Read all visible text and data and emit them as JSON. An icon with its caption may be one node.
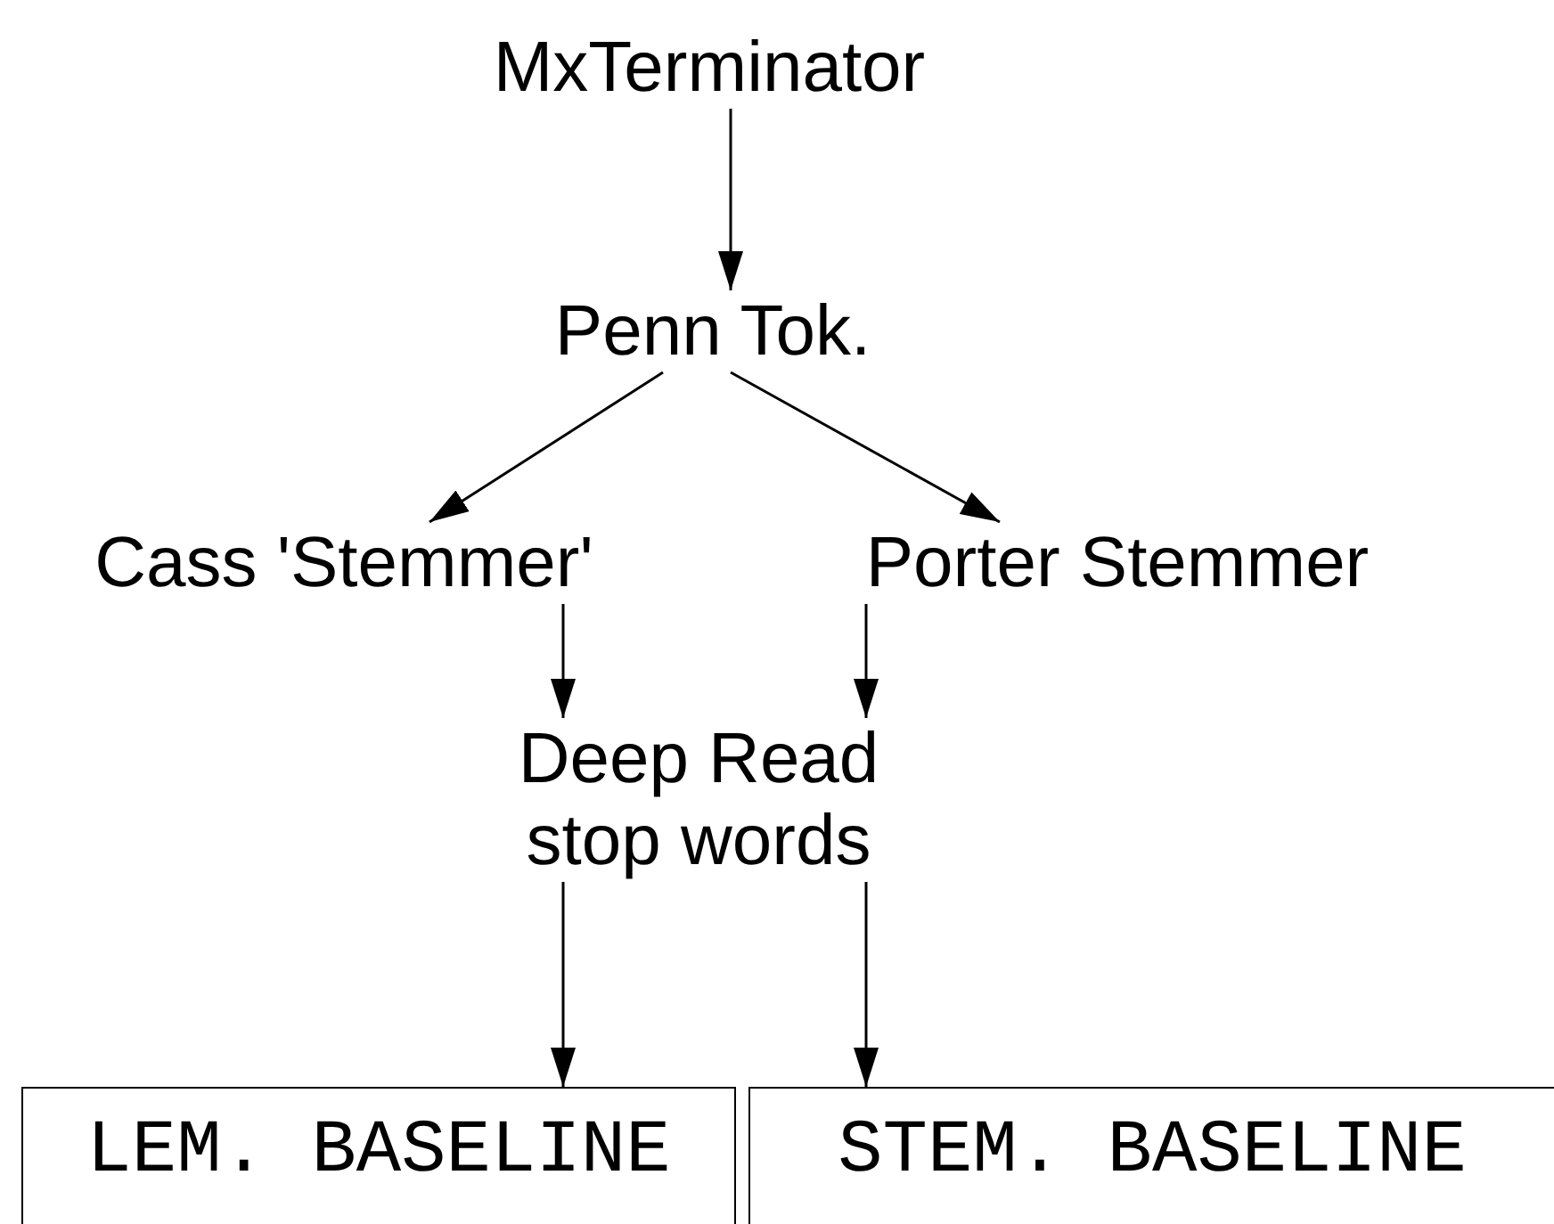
{
  "diagram": {
    "nodes": [
      {
        "text": [
          "MxTerminator"
        ]
      },
      {
        "text": [
          "Penn Tok."
        ]
      },
      {
        "text": [
          "Cass 'Stemmer'"
        ]
      },
      {
        "text": [
          "Porter Stemmer"
        ]
      },
      {
        "text": [
          "Deep Read stop words"
        ]
      },
      {
        "text": [
          "LEM. BASELINE"
        ]
      },
      {
        "text": [
          "STEM. BASELINE"
        ]
      }
    ],
    "edges": [
      {
        "from": 0,
        "to": 1,
        "arrow": "to"
      },
      {
        "from": 1,
        "to": 2,
        "arrow": "to"
      },
      {
        "from": 1,
        "to": 3,
        "arrow": "to"
      },
      {
        "from": 2,
        "to": 4,
        "arrow": "to"
      },
      {
        "from": 3,
        "to": 4,
        "arrow": "to"
      },
      {
        "from": 4,
        "to": 5,
        "arrow": "to"
      },
      {
        "from": 4,
        "to": 6,
        "arrow": "to"
      }
    ]
  }
}
